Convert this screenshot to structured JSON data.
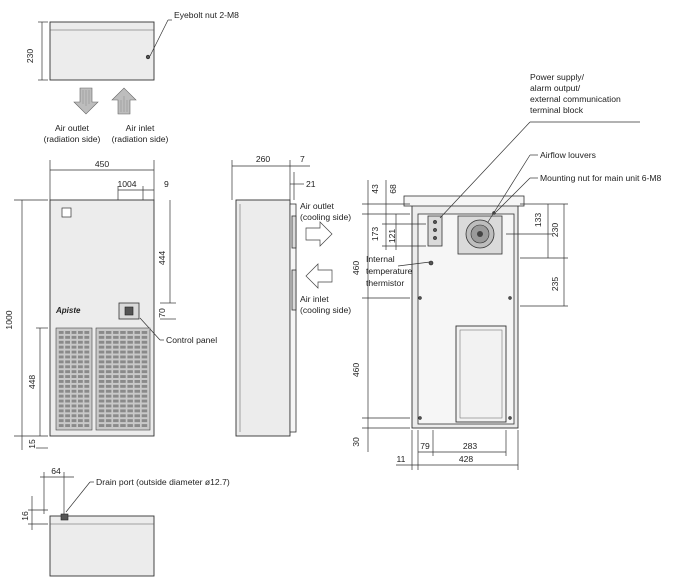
{
  "labels": {
    "eyebolt": "Eyebolt nut 2-M8",
    "air_outlet_rad_1": "Air outlet",
    "air_outlet_rad_2": "(radiation side)",
    "air_inlet_rad_1": "Air inlet",
    "air_inlet_rad_2": "(radiation side)",
    "power_1": "Power supply/",
    "power_2": "alarm output/",
    "power_3": "external communication",
    "power_4": "terminal block",
    "airflow_louvers": "Airflow louvers",
    "mounting_nut": "Mounting nut for main unit 6-M8",
    "air_outlet_cool_1": "Air outlet",
    "air_outlet_cool_2": "(cooling side)",
    "air_inlet_cool_1": "Air inlet",
    "air_inlet_cool_2": "(cooling side)",
    "thermistor_1": "Internal",
    "thermistor_2": "temperature",
    "thermistor_3": "thermistor",
    "control_panel": "Control panel",
    "drain_port": "Drain port (outside diameter ø12.7)",
    "brand": "Apiste"
  },
  "dimensions": {
    "top_height": "230",
    "front_width": "450",
    "front_inner": "1004",
    "front_offset": "9",
    "front_444": "444",
    "front_70": "70",
    "front_height": "1000",
    "front_448": "448",
    "front_15": "15",
    "side_260": "260",
    "side_7": "7",
    "side_21": "21",
    "rear_43": "43",
    "rear_68": "68",
    "rear_173": "173",
    "rear_121": "121",
    "rear_460a": "460",
    "rear_460b": "460",
    "rear_30": "30",
    "rear_133": "133",
    "rear_230": "230",
    "rear_235": "235",
    "rear_79": "79",
    "rear_283": "283",
    "rear_11": "11",
    "rear_428": "428",
    "bottom_64": "64",
    "bottom_16": "16"
  }
}
